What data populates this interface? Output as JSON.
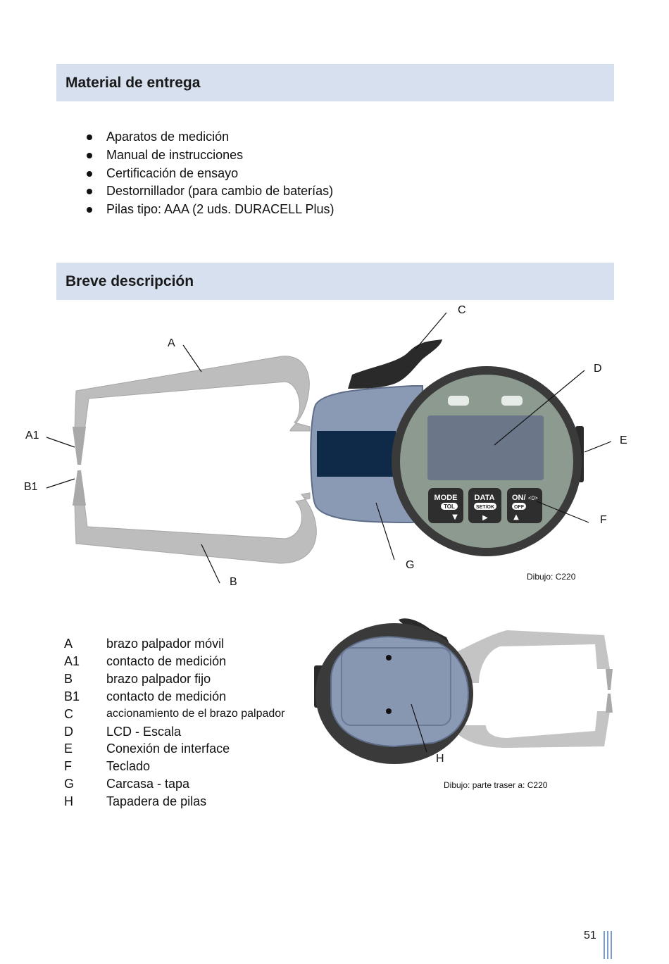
{
  "sections": {
    "delivery": {
      "title": "Material de entrega",
      "items": [
        "Aparatos de medición",
        "Manual de instrucciones",
        "Certificación de ensayo",
        "Destornillador (para cambio de baterías)",
        "Pilas tipo: AAA (2 uds. DURACELL Plus)"
      ]
    },
    "description": {
      "title": "Breve descripción"
    }
  },
  "figure_front": {
    "labels": {
      "A": "A",
      "A1": "A1",
      "B": "B",
      "B1": "B1",
      "C": "C",
      "D": "D",
      "E": "E",
      "F": "F",
      "G": "G"
    },
    "buttons": {
      "mode": "MODE",
      "tol": "TOL",
      "mode_arrow": "▼",
      "data": "DATA",
      "setok": "SET/OK",
      "data_arrow": "▶",
      "on": "ON/",
      "zero": "<0>",
      "off": "OFF",
      "on_arrow": "▲"
    },
    "caption": "Dibujo: C220"
  },
  "figure_back": {
    "labels": {
      "H": "H"
    },
    "caption": "Dibujo: parte traser a: C220"
  },
  "legend": [
    {
      "key": "A",
      "value": "brazo palpador móvil"
    },
    {
      "key": "A1",
      "value": "contacto de medición"
    },
    {
      "key": "B",
      "value": "brazo palpador fijo"
    },
    {
      "key": "B1",
      "value": "contacto de medición"
    },
    {
      "key": "C",
      "value": "accionamiento de el brazo palpador"
    },
    {
      "key": "D",
      "value": "LCD - Escala"
    },
    {
      "key": "E",
      "value": "Conexión de interface"
    },
    {
      "key": "F",
      "value": "Teclado"
    },
    {
      "key": "G",
      "value": "Carcasa - tapa"
    },
    {
      "key": "H",
      "value": "Tapadera de pilas"
    }
  ],
  "page_number": "51",
  "colors": {
    "header_bg": "#d6e0ef",
    "arm_gray": "#b8b8b8",
    "housing_blue": "#8797b2",
    "lcd_gray": "#6b7789",
    "dial_gray": "#8d9a8f",
    "page_bar_blue": "#7a9ccc"
  }
}
